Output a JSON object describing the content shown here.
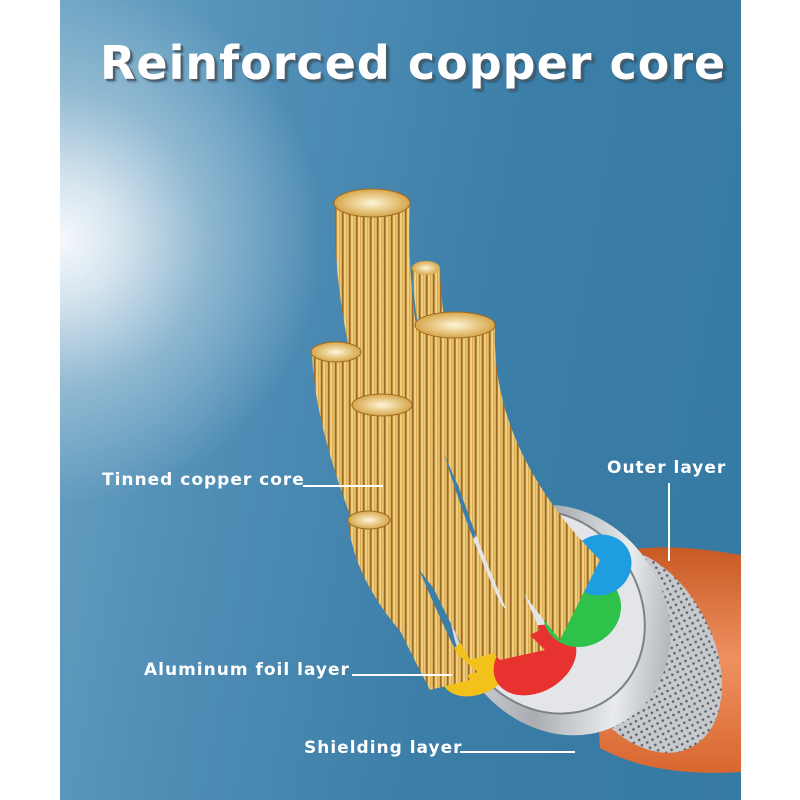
{
  "title": "Reinforced copper core",
  "labels": {
    "tinned_copper_core": "Tinned copper core",
    "outer_layer": "Outer layer",
    "aluminum_foil_layer": "Aluminum foil layer",
    "shielding_layer": "Shielding layer"
  },
  "colors": {
    "background_blue": "#357aa3",
    "copper": "#d9a441",
    "insulation_yellow": "#f2c21a",
    "insulation_red": "#e8322f",
    "insulation_green": "#2fc24a",
    "insulation_blue": "#1e9ee0",
    "outer_jacket": "#e0713a",
    "shield_silver": "#c9ccd0"
  }
}
